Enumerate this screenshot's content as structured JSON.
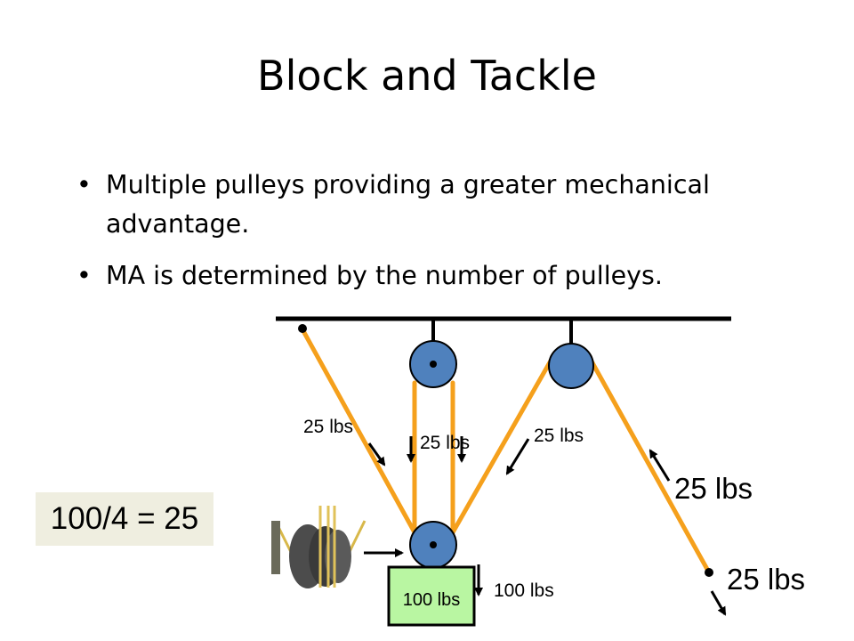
{
  "title": "Block and Tackle",
  "bullets": [
    "Multiple pulleys providing a greater mechanical advantage.",
    "MA is determined by the number of pulleys."
  ],
  "equation": "100/4 = 25",
  "diagram": {
    "load_label": "100 lbs",
    "weight_label": "100 lbs",
    "tension_labels": [
      "25 lbs",
      "25 lbs",
      "25 lbs",
      "25 lbs",
      "25 lbs"
    ],
    "colors": {
      "rope": "#f5a01c",
      "pulley": "#4f81bd",
      "load_box": "#b9f6a2",
      "load_border": "#000000"
    }
  }
}
